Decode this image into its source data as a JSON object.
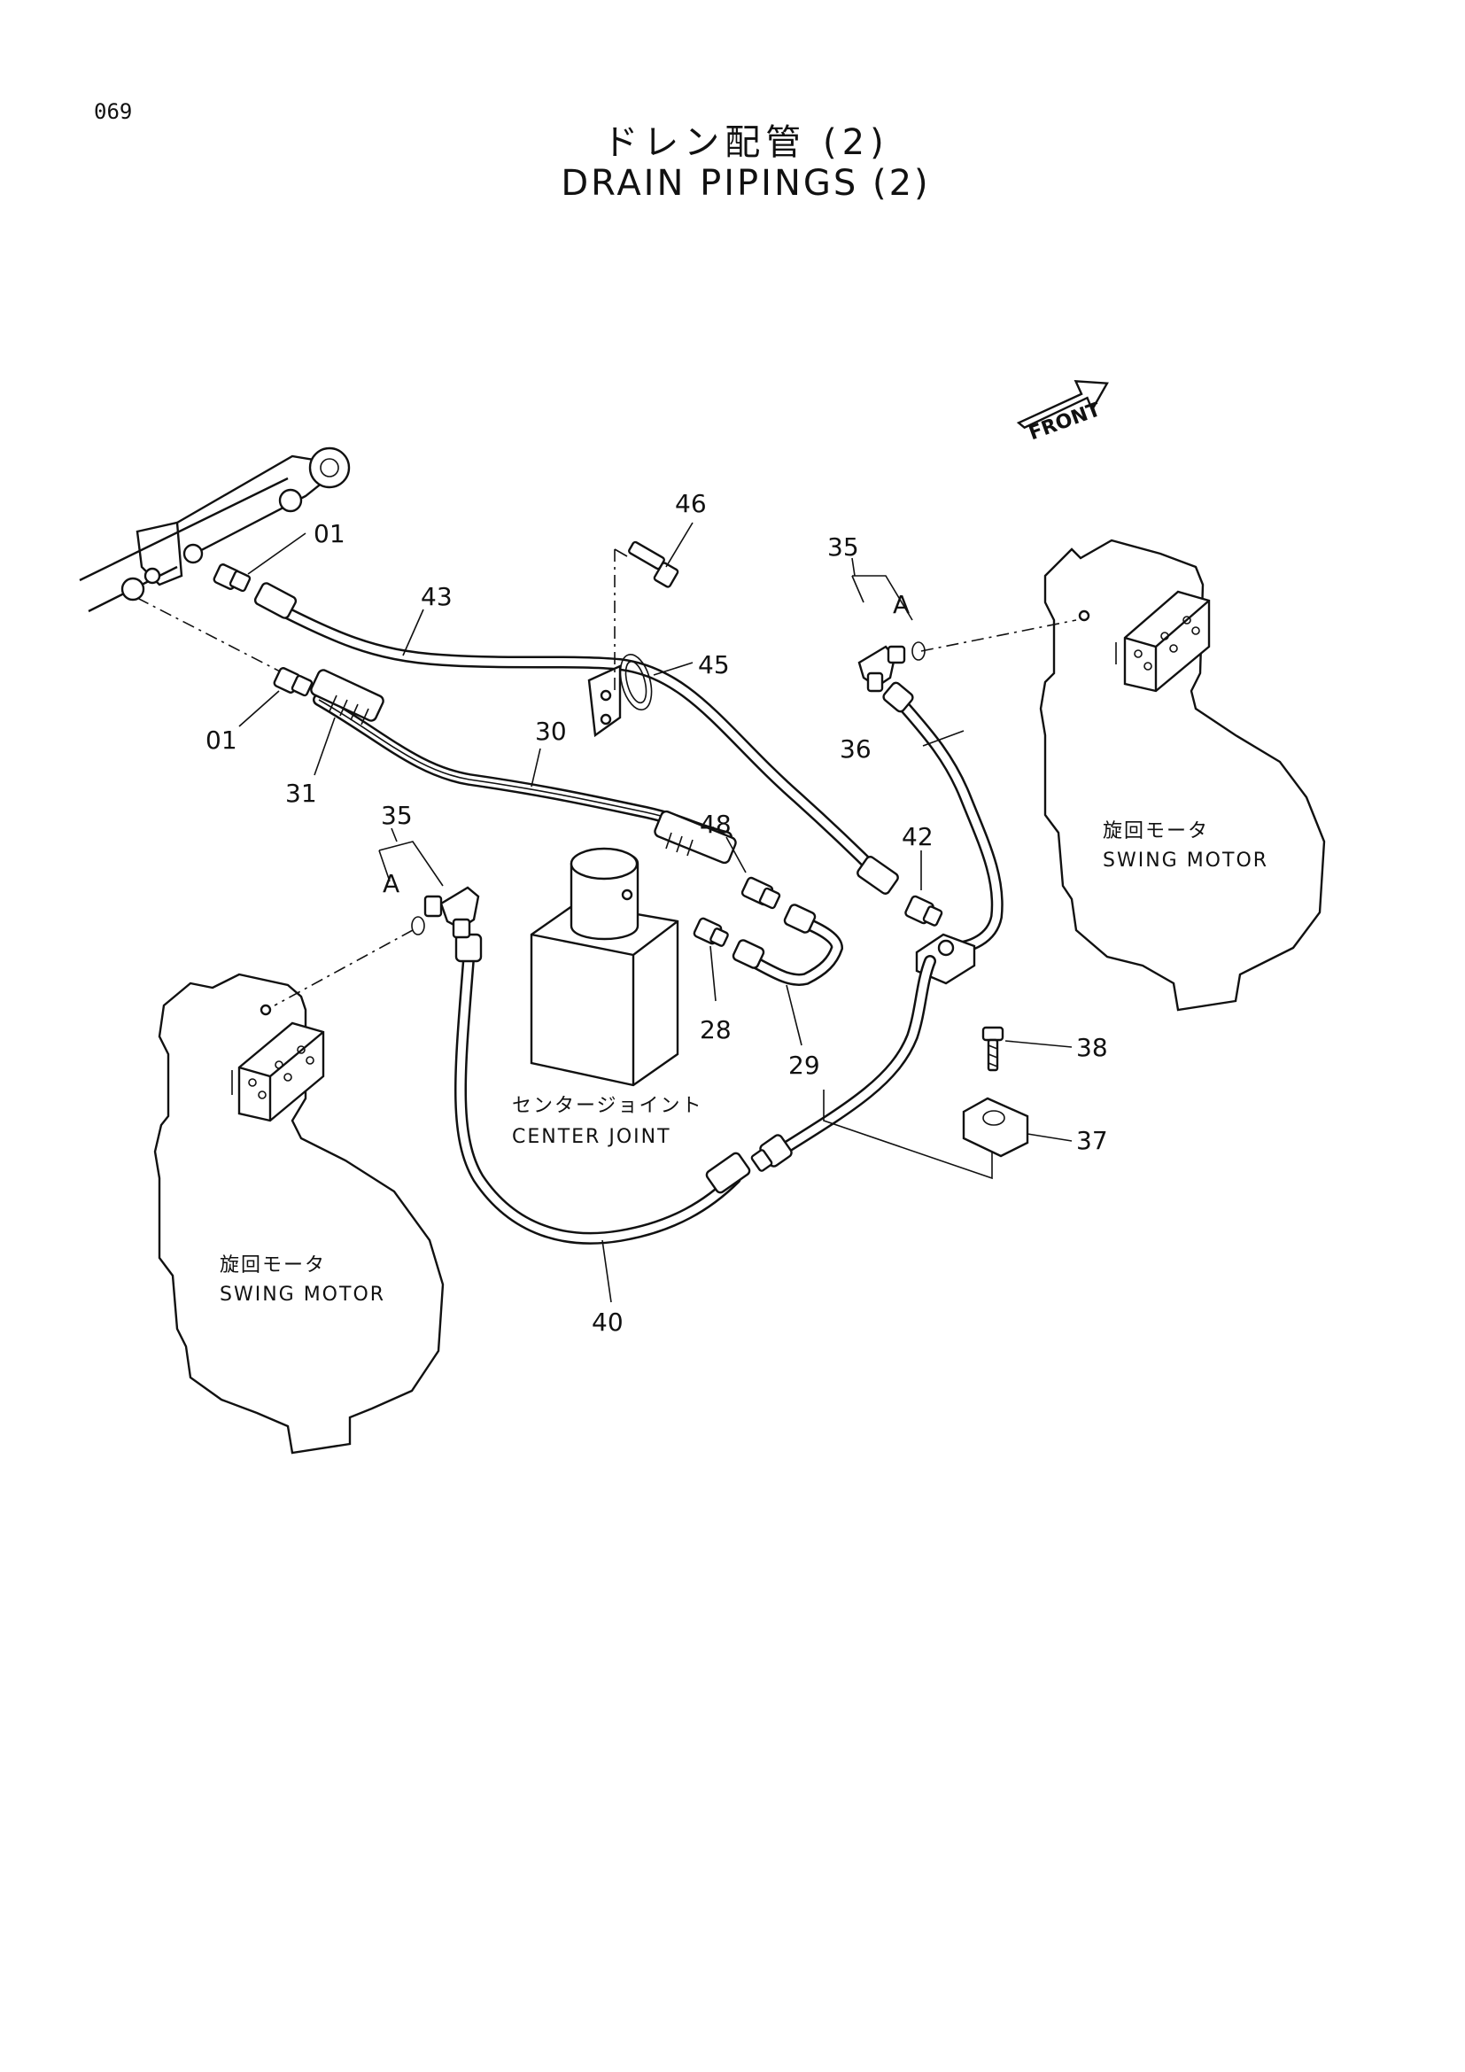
{
  "page": {
    "number": "069",
    "title_jp": "ドレン配管 (2)",
    "title_en": "DRAIN PIPINGS (2)"
  },
  "direction_arrow": "FRONT",
  "components": {
    "swing_motor_right": {
      "jp": "旋回モータ",
      "en": "SWING MOTOR"
    },
    "swing_motor_left": {
      "jp": "旋回モータ",
      "en": "SWING MOTOR"
    },
    "center_joint": {
      "jp": "センタージョイント",
      "en": "CENTER JOINT"
    }
  },
  "view_markers": {
    "right": "A",
    "left": "A"
  },
  "part_numbers": {
    "p01_upper": "01",
    "p01_lower": "01",
    "p43": "43",
    "p46": "46",
    "p45": "45",
    "p35_right": "35",
    "p36": "36",
    "p30": "30",
    "p31": "31",
    "p48": "48",
    "p42": "42",
    "p35_left": "35",
    "p28": "28",
    "p29": "29",
    "p38": "38",
    "p37": "37",
    "p40": "40"
  }
}
